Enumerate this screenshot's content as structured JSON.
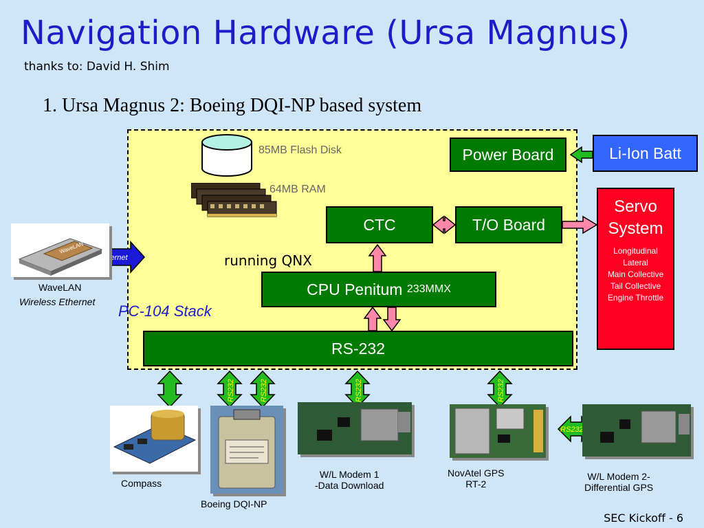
{
  "slide": {
    "title": "Navigation Hardware (Ursa Magnus)",
    "credit": "thanks to: David H. Shim",
    "heading": "1. Ursa Magnus 2: Boeing DQI-NP based system",
    "footer": "SEC Kickoff - 6"
  },
  "stack": {
    "label": "PC-104 Stack",
    "flash_disk": "85MB Flash Disk",
    "ram": "64MB RAM",
    "power_board": "Power Board",
    "ctc": "CTC",
    "to_board": "T/O Board",
    "running": "running QNX",
    "cpu": "CPU Penitum",
    "cpu_model": "233MMX",
    "rs232": "RS-232"
  },
  "battery": "Li-Ion Batt",
  "servo": {
    "title_line1": "Servo",
    "title_line2": "System",
    "channels": [
      "Longitudinal",
      "Lateral",
      "Main Collective",
      "Tail Collective",
      "Engine Throttle"
    ]
  },
  "wavelan": {
    "name": "WaveLAN",
    "desc": "Wireless Ethernet",
    "link": "Ethernet"
  },
  "devices": {
    "compass": "Compass",
    "boeing": "Boeing DQI-NP",
    "modem1_l1": "W/L Modem 1",
    "modem1_l2": "-Data Download",
    "gps_l1": "NovAtel GPS",
    "gps_l2": "RT-2",
    "modem2_l1": "W/L Modem 2-",
    "modem2_l2": "Differential GPS"
  },
  "link_label": "RS232",
  "colors": {
    "background": "#cfe6f9",
    "title": "#1c1cc8",
    "stack": "#ffff99",
    "board": "#007a00",
    "servo": "#ff0022",
    "battery": "#3366ff",
    "arrow_pink": "#ff88aa",
    "arrow_green": "#22bb22"
  }
}
